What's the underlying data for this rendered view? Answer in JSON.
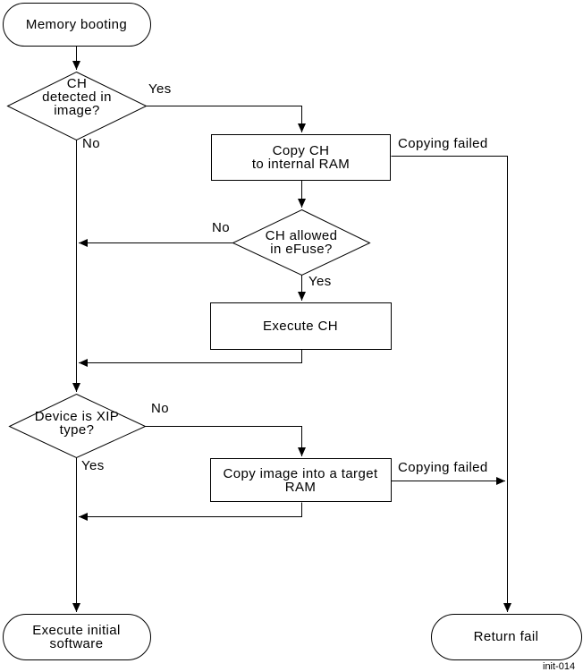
{
  "figure_id": "init-014",
  "colors": {
    "background": "#ffffff",
    "line": "#000000",
    "text": "#000000"
  },
  "nodes": {
    "start": {
      "type": "terminator",
      "label": "Memory booting"
    },
    "ch_detected": {
      "type": "decision",
      "label": "CH\ndetected in\nimage?"
    },
    "copy_ch": {
      "type": "process",
      "label": "Copy CH\nto internal RAM"
    },
    "ch_allowed": {
      "type": "decision",
      "label": "CH allowed\nin eFuse?"
    },
    "execute_ch": {
      "type": "process",
      "label": "Execute CH"
    },
    "device_xip": {
      "type": "decision",
      "label": "Device is XIP\ntype?"
    },
    "copy_image": {
      "type": "process",
      "label": "Copy image into a target\nRAM"
    },
    "execute_initial": {
      "type": "terminator",
      "label": "Execute initial\nsoftware"
    },
    "return_fail": {
      "type": "terminator",
      "label": "Return fail"
    }
  },
  "edge_labels": {
    "ch_detected_yes": "Yes",
    "ch_detected_no": "No",
    "copy_ch_failed": "Copying failed",
    "ch_allowed_no": "No",
    "ch_allowed_yes": "Yes",
    "device_xip_no": "No",
    "device_xip_yes": "Yes",
    "copy_image_failed": "Copying failed"
  }
}
